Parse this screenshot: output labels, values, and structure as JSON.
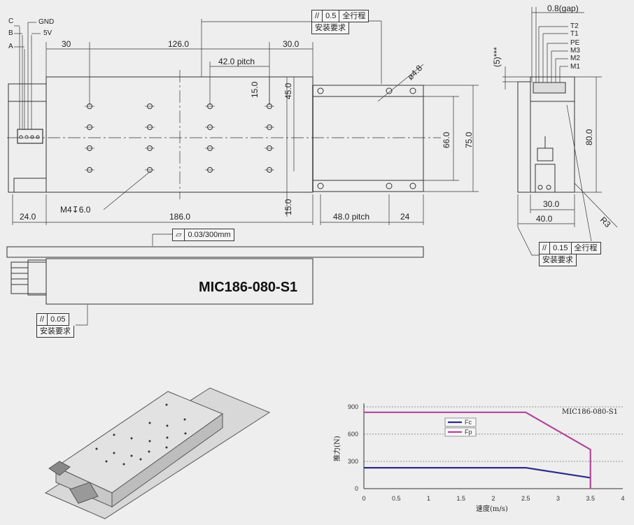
{
  "top_view": {
    "cable_labels": [
      "C",
      "B",
      "A",
      "GND",
      "5V"
    ],
    "dims": {
      "d30_left": "30",
      "d126": "126.0",
      "d30_right": "30.0",
      "pitch42": "42.0 pitch",
      "d15_top": "15.0",
      "d45": "45.0",
      "d15_bot": "15.0",
      "d24_left": "24.0",
      "d186": "186.0",
      "pitch48": "48.0 pitch",
      "d24_right": "24",
      "d66": "66.0",
      "d75": "75.0",
      "hole_dia": "ø4.8",
      "mount": "M4↧6.0"
    },
    "tol_top": {
      "symbol": "//",
      "value": "0.5",
      "scope": "全行程",
      "note": "安装要求"
    }
  },
  "side_view": {
    "dims": {
      "gap": "0.8(gap)",
      "d5": "(5)***",
      "d80": "80.0",
      "d30": "30.0",
      "d40": "40.0",
      "r3": "R3"
    },
    "pin_labels": [
      "T2",
      "T1",
      "PE",
      "M3",
      "M2",
      "M1"
    ],
    "tol": {
      "symbol": "//",
      "value": "0.15",
      "scope": "全行程",
      "note": "安装要求"
    }
  },
  "front_view": {
    "model": "MIC186-080-S1",
    "flatness": {
      "symbol": "▱",
      "value": "0.03/300mm"
    },
    "tol": {
      "symbol": "//",
      "value": "0.05",
      "note": "安装要求"
    }
  },
  "chart_data": {
    "type": "line",
    "title": "MIC186-080-S1",
    "xlabel": "速度(m/s)",
    "ylabel": "推力(N)",
    "xlim": [
      0,
      4
    ],
    "ylim": [
      0,
      900
    ],
    "xticks": [
      "0",
      "0.5",
      "1",
      "1.5",
      "2",
      "2.5",
      "3",
      "3.5",
      "4"
    ],
    "yticks": [
      "0",
      "300",
      "600",
      "900"
    ],
    "grid": "horizontal dashed",
    "legend_position": "top-center",
    "series": [
      {
        "name": "Fc",
        "color": "#2b2b8c",
        "x": [
          0,
          2.5,
          3.5
        ],
        "y": [
          230,
          230,
          120
        ]
      },
      {
        "name": "Fp",
        "color": "#b0479a",
        "x": [
          0,
          2.5,
          3.5,
          3.5
        ],
        "y": [
          840,
          840,
          430,
          0
        ]
      }
    ]
  }
}
